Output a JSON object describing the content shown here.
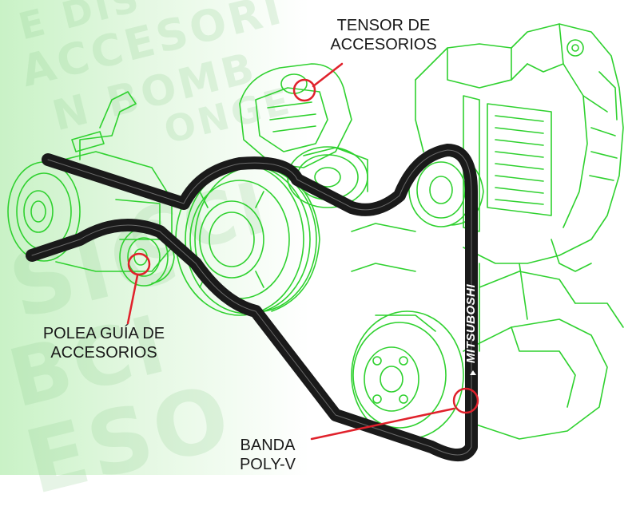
{
  "background_words": [
    "E DIS",
    "ACCESORI",
    "N BOMB",
    "ONGE",
    "SIC",
    "CCI",
    "BCI",
    "ESO"
  ],
  "callouts": {
    "tensor": {
      "line1": "TENSOR DE",
      "line2": "ACCESORIOS"
    },
    "idler": {
      "line1": "POLEA GUÍA DE",
      "line2": "ACCESORIOS"
    },
    "belt": {
      "line1": "BANDA",
      "line2": "POLY-V"
    }
  },
  "belt_brand": "MITSUBOSHI",
  "colors": {
    "outline": "#2fd12f",
    "belt": "#1a1a1a",
    "marker": "#e0212b",
    "text": "#1a1a1a"
  }
}
